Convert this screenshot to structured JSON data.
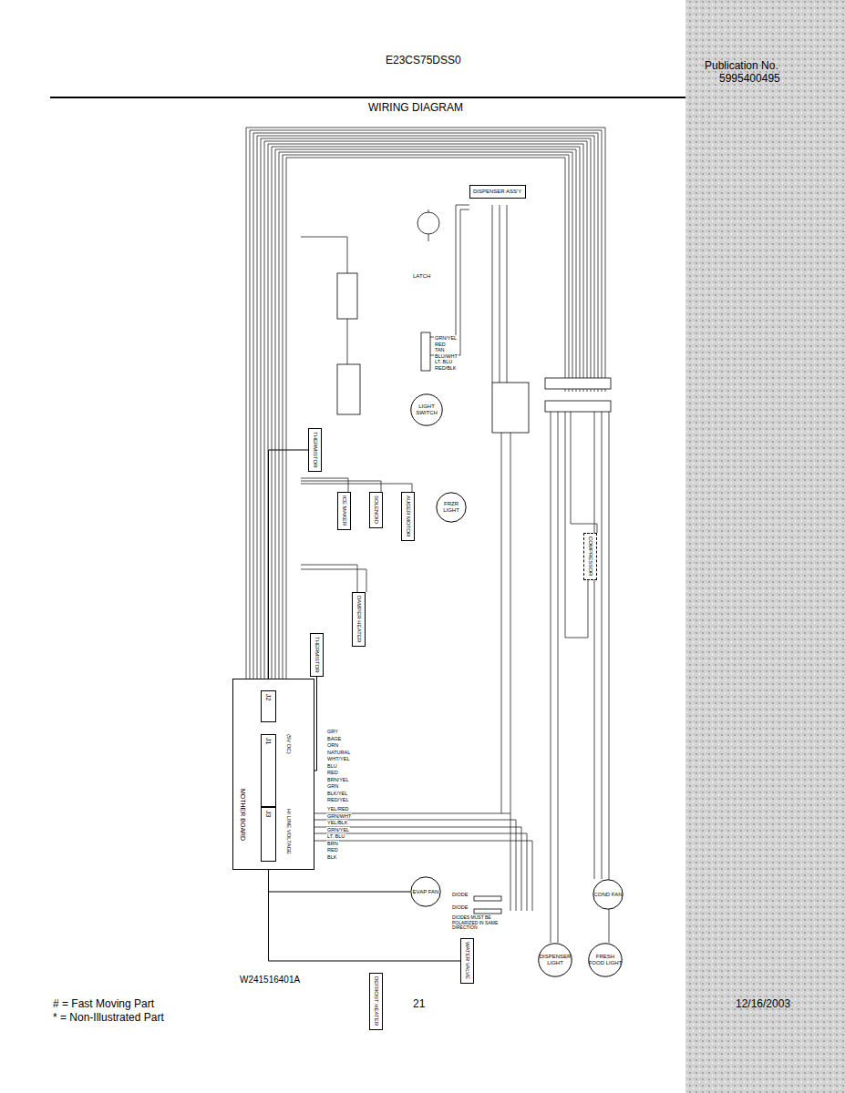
{
  "diagram": {
    "title": "WIRING DIAGRAM",
    "nodes": [
      {
        "text": [
          "MOTHER BOARD"
        ]
      },
      {
        "text": [
          "J2"
        ],
        "in": 0
      },
      {
        "text": [
          "J1"
        ],
        "in": 0
      },
      {
        "text": [
          "J3"
        ],
        "in": 0
      },
      {
        "text": [
          "ICE MAKER"
        ]
      },
      {
        "text": [
          "SOLENOID"
        ]
      },
      {
        "text": [
          "AUGER MOTOR"
        ]
      },
      {
        "text": [
          "FRZR LIGHT"
        ]
      },
      {
        "text": [
          "DISPENSER ASS'Y"
        ]
      },
      {
        "text": [
          "DAMPER HEATER"
        ]
      },
      {
        "text": [
          "THERMISTOR"
        ]
      },
      {
        "text": [
          "THERMISTOR"
        ]
      },
      {
        "text": [
          "COMPRESSOR"
        ]
      },
      {
        "text": [
          "EVAP FAN"
        ]
      },
      {
        "text": [
          "COND FAN"
        ]
      },
      {
        "text": [
          "WATER VALVE"
        ]
      },
      {
        "text": [
          "DEFROST HEATER"
        ]
      },
      {
        "text": [
          "LIGHT SWITCH"
        ]
      },
      {
        "text": [
          "DISPENSER LIGHT"
        ]
      },
      {
        "text": [
          "FRESH FOOD LIGHT"
        ]
      }
    ],
    "edges": [
      {
        "from": 2,
        "to": 11,
        "arrow": "none"
      },
      {
        "from": 3,
        "to": 13,
        "arrow": "none"
      },
      {
        "from": 3,
        "to": 15,
        "arrow": "none"
      },
      {
        "from": 1,
        "to": 10,
        "arrow": "none"
      }
    ],
    "labels": [
      "E23CS75DSS0",
      "Publication No.",
      "5995400495",
      "W241516401A",
      "# = Fast Moving Part",
      "* = Non-Illustrated Part",
      "21",
      "12/16/2003",
      "GRY",
      "BAGE",
      "ORN",
      "NATURAL",
      "WHT/YEL",
      "BLU",
      "RED",
      "BRN/YEL",
      "GRN",
      "BLK/YEL",
      "RED/YEL",
      "YEL/RED",
      "GRN/WHT",
      "YEL/BLK",
      "GRN/YEL",
      "LT. BLU",
      "BRN",
      "RED",
      "BLK",
      "GRN/YEL",
      "RED",
      "TAN",
      "BLU/WHT",
      "LT. BLU",
      "RED/BLK",
      "DIODE",
      "DIODE",
      "DIODES MUST BE POLARIZED IN SAME DIRECTION",
      "(5V DC)",
      "HI LINE VOLTAGE",
      "LATCH"
    ]
  }
}
